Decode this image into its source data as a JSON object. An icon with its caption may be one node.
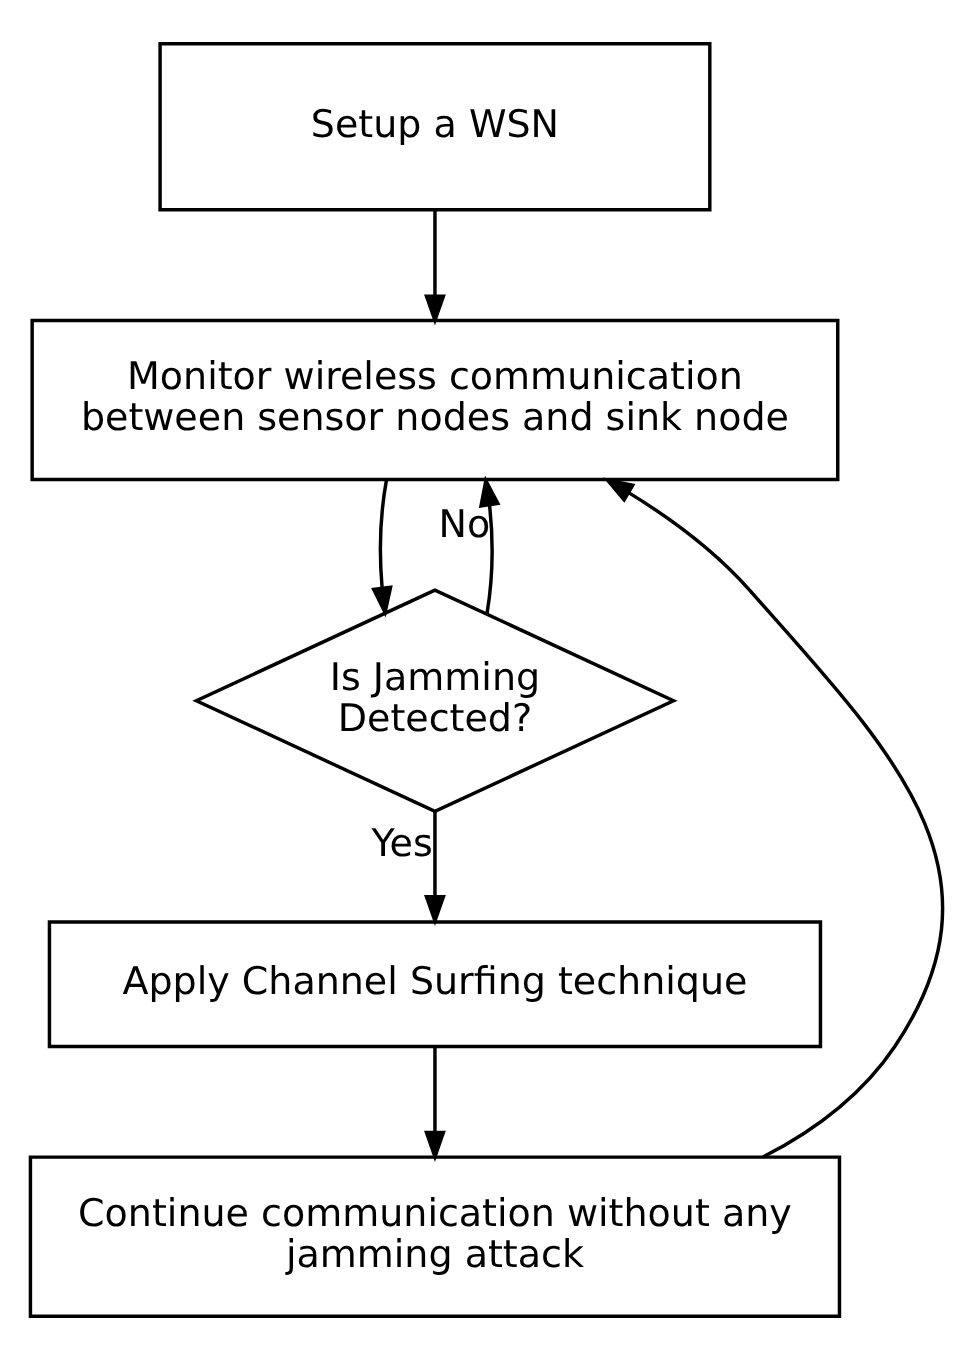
{
  "diagram": {
    "nodes": [
      {
        "text": [
          "Setup a WSN"
        ]
      },
      {
        "text": [
          "Monitor wireless communication between sensor nodes and sink node"
        ]
      },
      {
        "text": [
          "Is Jamming Detected?"
        ]
      },
      {
        "text": [
          "Apply Channel Surfing technique"
        ]
      },
      {
        "text": [
          "Continue communication without any jamming attack"
        ]
      }
    ],
    "edges": [
      {
        "from": 0,
        "to": 1,
        "arrow": "to"
      },
      {
        "from": 1,
        "to": 2,
        "arrow": "to"
      },
      {
        "from": 2,
        "to": 1,
        "arrow": "to",
        "label": "No"
      },
      {
        "from": 2,
        "to": 3,
        "arrow": "to",
        "label": "Yes"
      },
      {
        "from": 3,
        "to": 4,
        "arrow": "to"
      },
      {
        "from": 4,
        "to": 1,
        "arrow": "to"
      }
    ]
  }
}
